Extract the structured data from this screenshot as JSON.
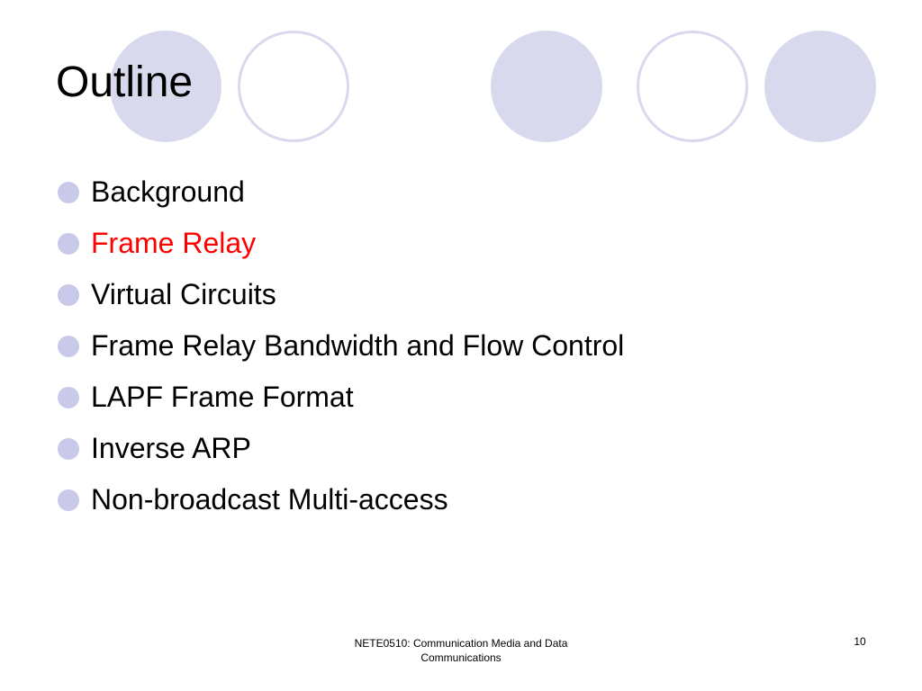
{
  "slide": {
    "title": "Outline",
    "bullets": [
      {
        "text": "Background",
        "color": "#000000"
      },
      {
        "text": "Frame Relay",
        "color": "#ff0000"
      },
      {
        "text": "Virtual Circuits",
        "color": "#000000"
      },
      {
        "text": "Frame Relay Bandwidth and Flow Control",
        "color": "#000000"
      },
      {
        "text": "LAPF Frame Format",
        "color": "#000000"
      },
      {
        "text": "Inverse ARP",
        "color": "#000000"
      },
      {
        "text": "Non-broadcast Multi-access",
        "color": "#000000"
      }
    ],
    "footer_line1": "NETE0510: Communication Media and Data",
    "footer_line2": "Communications",
    "page_number": "10"
  },
  "theme": {
    "circle_fill": "#d9d9ee",
    "bullet_color": "#c9c9ea",
    "highlight_color": "#ff0000"
  }
}
